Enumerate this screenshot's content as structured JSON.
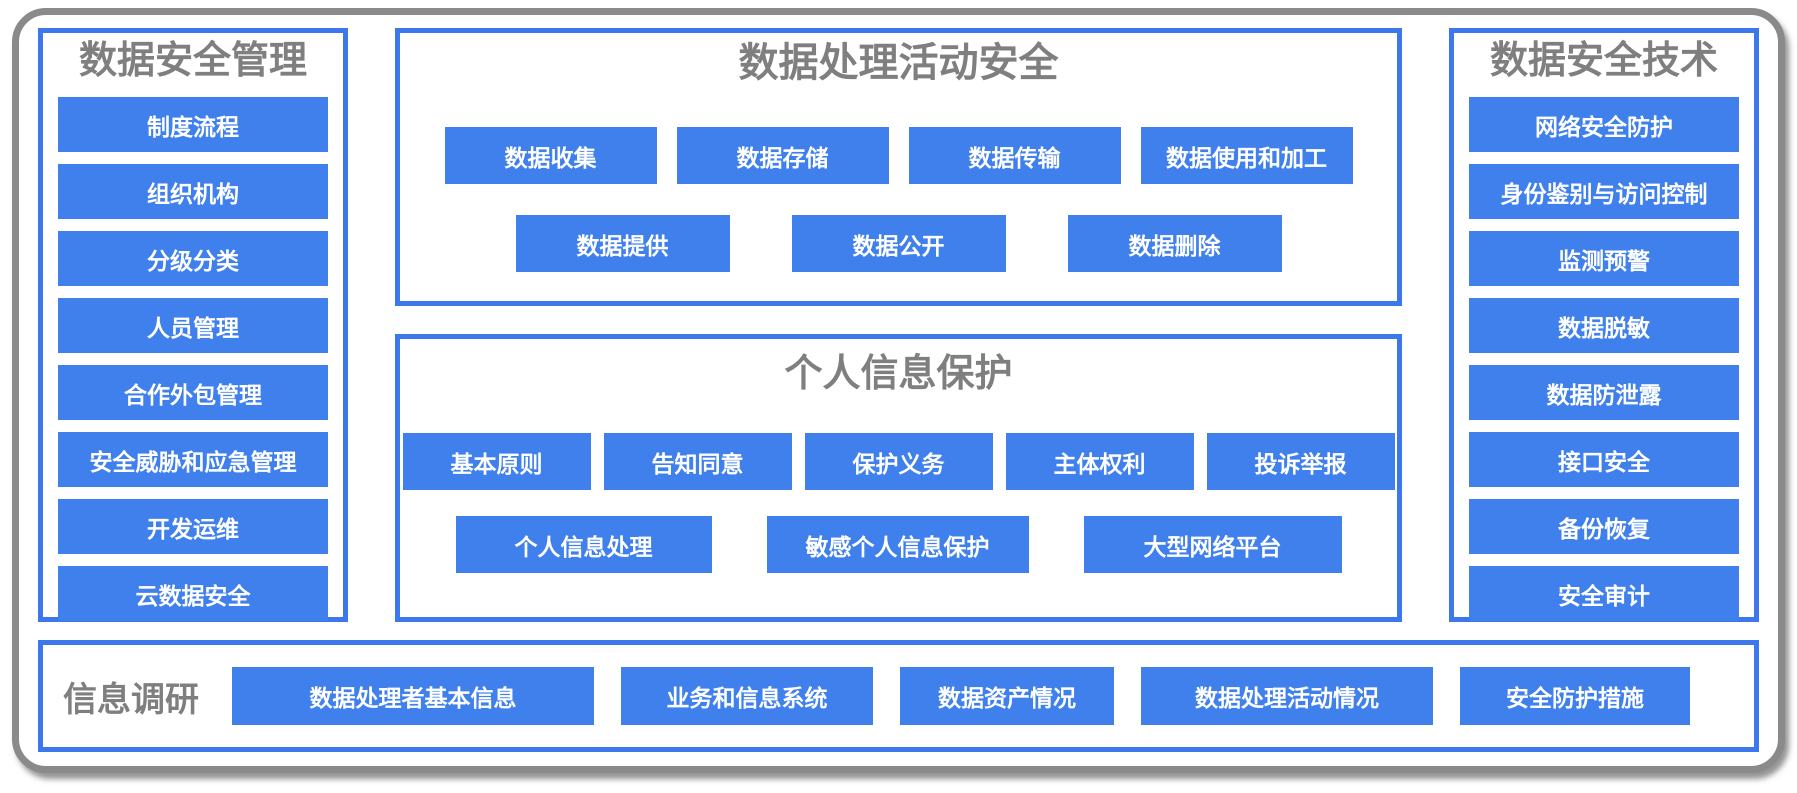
{
  "colors": {
    "accent_blue": "#4080ED",
    "panel_border_blue": "#3C78EC",
    "outer_border_gray": "#8A8A8A",
    "heading_gray": "#7F7F7F",
    "button_text": "#FFFFFF"
  },
  "panels": {
    "management": {
      "title": "数据安全管理",
      "items": [
        "制度流程",
        "组织机构",
        "分级分类",
        "人员管理",
        "合作外包管理",
        "安全威胁和应急管理",
        "开发运维",
        "云数据安全"
      ]
    },
    "processing_activities": {
      "title": "数据处理活动安全",
      "rows": [
        [
          "数据收集",
          "数据存储",
          "数据传输",
          "数据使用和加工"
        ],
        [
          "数据提供",
          "数据公开",
          "数据删除"
        ]
      ]
    },
    "personal_info": {
      "title": "个人信息保护",
      "rows": [
        [
          "基本原则",
          "告知同意",
          "保护义务",
          "主体权利",
          "投诉举报"
        ],
        [
          "个人信息处理",
          "敏感个人信息保护",
          "大型网络平台"
        ]
      ]
    },
    "technology": {
      "title": "数据安全技术",
      "items": [
        "网络安全防护",
        "身份鉴别与访问控制",
        "监测预警",
        "数据脱敏",
        "数据防泄露",
        "接口安全",
        "备份恢复",
        "安全审计"
      ]
    },
    "research": {
      "title": "信息调研",
      "items": [
        "数据处理者基本信息",
        "业务和信息系统",
        "数据资产情况",
        "数据处理活动情况",
        "安全防护措施"
      ]
    }
  }
}
